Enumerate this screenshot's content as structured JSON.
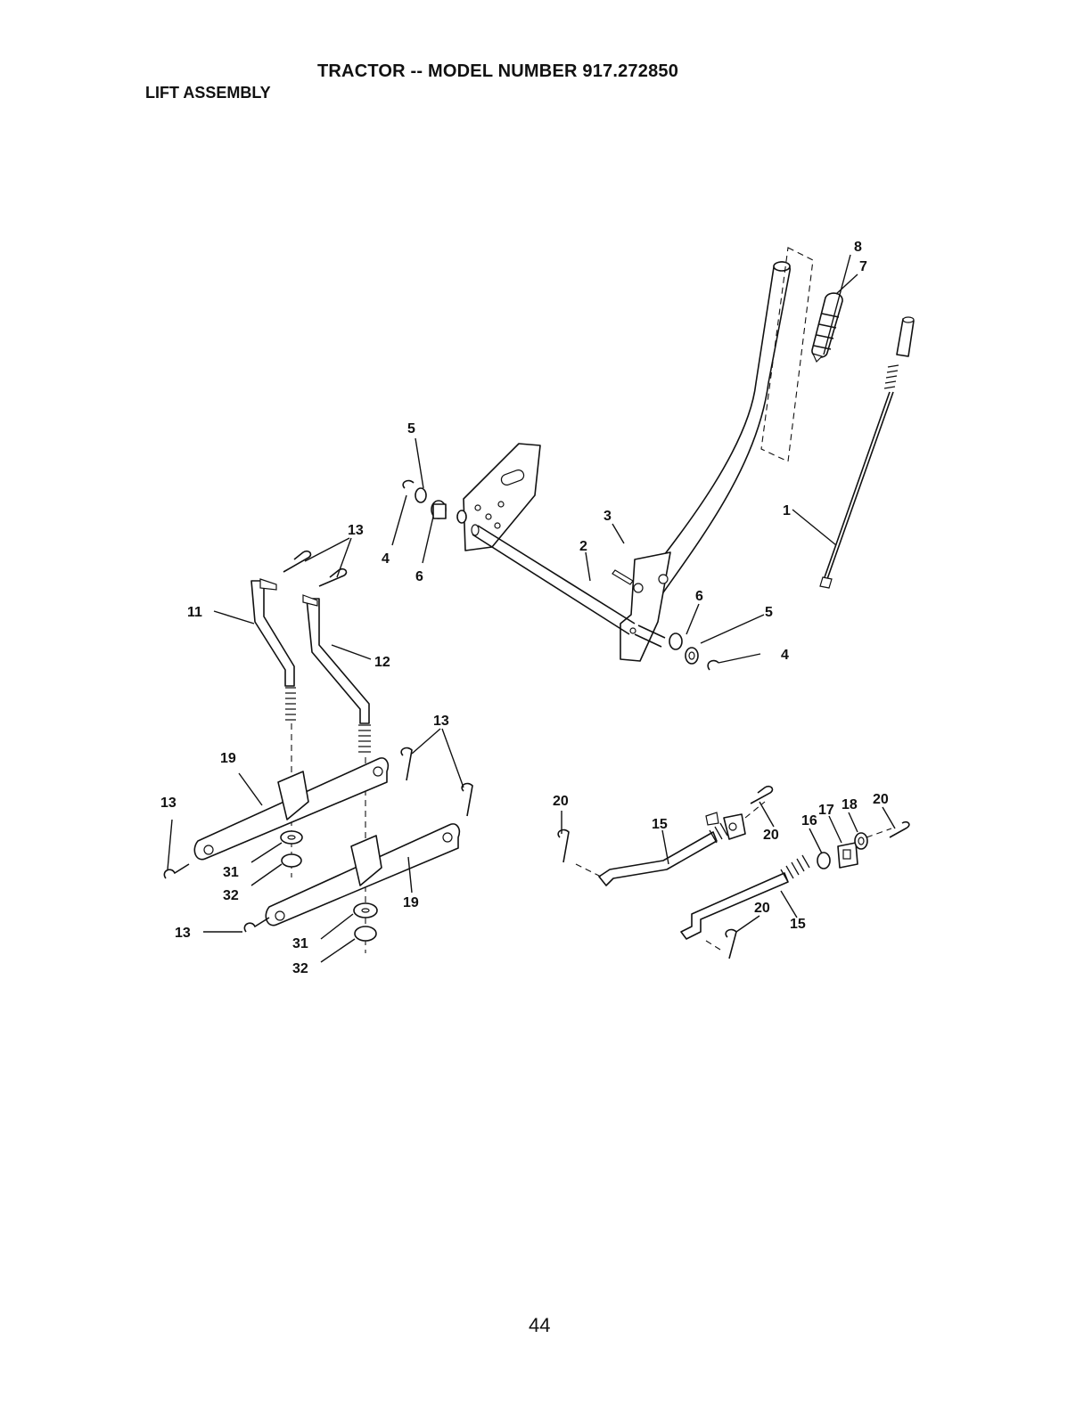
{
  "header": {
    "title": "TRACTOR -- MODEL NUMBER 917.272850",
    "subtitle": "LIFT ASSEMBLY"
  },
  "callouts": [
    {
      "id": "c1",
      "label": "1"
    },
    {
      "id": "c2",
      "label": "2"
    },
    {
      "id": "c3",
      "label": "3"
    },
    {
      "id": "c4a",
      "label": "4"
    },
    {
      "id": "c4b",
      "label": "4"
    },
    {
      "id": "c5a",
      "label": "5"
    },
    {
      "id": "c5b",
      "label": "5"
    },
    {
      "id": "c6a",
      "label": "6"
    },
    {
      "id": "c6b",
      "label": "6"
    },
    {
      "id": "c7",
      "label": "7"
    },
    {
      "id": "c8",
      "label": "8"
    },
    {
      "id": "c11",
      "label": "11"
    },
    {
      "id": "c12",
      "label": "12"
    },
    {
      "id": "c13a",
      "label": "13"
    },
    {
      "id": "c13b",
      "label": "13"
    },
    {
      "id": "c13c",
      "label": "13"
    },
    {
      "id": "c13d",
      "label": "13"
    },
    {
      "id": "c15a",
      "label": "15"
    },
    {
      "id": "c15b",
      "label": "15"
    },
    {
      "id": "c16",
      "label": "16"
    },
    {
      "id": "c17",
      "label": "17"
    },
    {
      "id": "c18",
      "label": "18"
    },
    {
      "id": "c19a",
      "label": "19"
    },
    {
      "id": "c19b",
      "label": "19"
    },
    {
      "id": "c20a",
      "label": "20"
    },
    {
      "id": "c20b",
      "label": "20"
    },
    {
      "id": "c20c",
      "label": "20"
    },
    {
      "id": "c20d",
      "label": "20"
    },
    {
      "id": "c31a",
      "label": "31"
    },
    {
      "id": "c31b",
      "label": "31"
    },
    {
      "id": "c32a",
      "label": "32"
    },
    {
      "id": "c32b",
      "label": "32"
    }
  ],
  "footer": {
    "page_number": "44"
  }
}
